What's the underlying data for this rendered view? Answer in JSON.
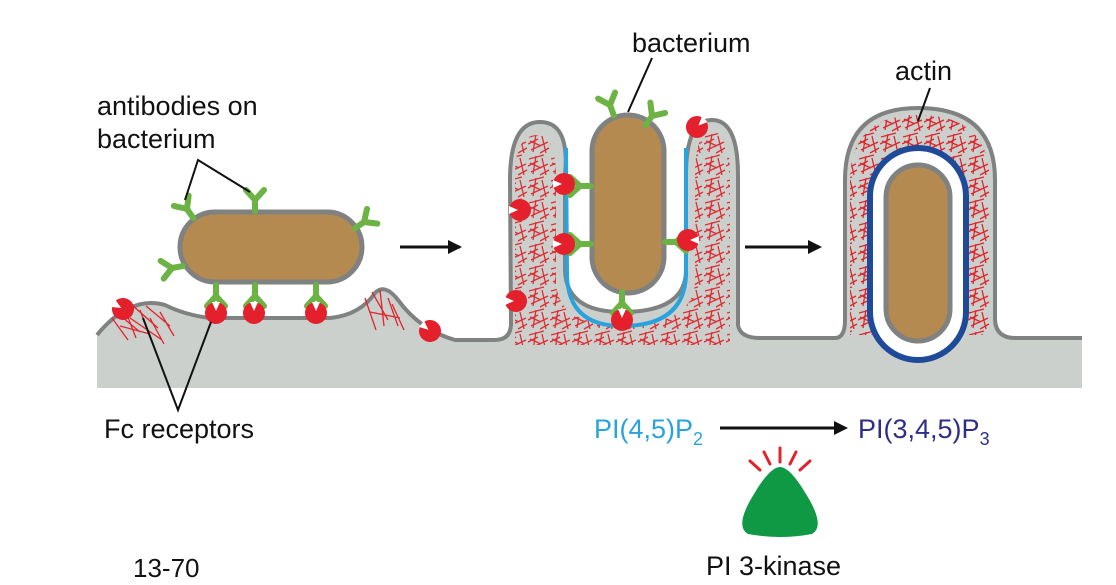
{
  "labels": {
    "antibodies_line1": "antibodies on",
    "antibodies_line2": "bacterium",
    "fc_receptors": "Fc receptors",
    "bacterium": "bacterium",
    "actin": "actin",
    "pip2_main": "PI(4,5)P",
    "pip2_sub": "2",
    "pip3_main": "PI(3,4,5)P",
    "pip3_sub": "3",
    "pi3_kinase": "PI 3-kinase",
    "figure_number": "13-70"
  },
  "colors": {
    "cell": "#ccd0cd",
    "membrane": "#7f8280",
    "bacterium": "#b48a50",
    "antibody": "#6cb244",
    "receptor": "#e3202c",
    "actin": "#e0242c",
    "pip2": "#29a3dd",
    "pip3": "#1f4a99",
    "kinase": "#0f9945"
  }
}
